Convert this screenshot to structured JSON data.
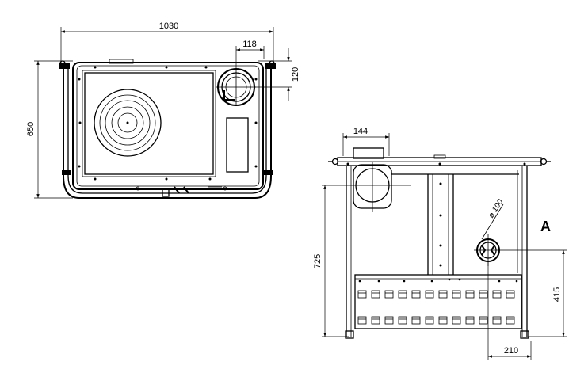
{
  "top_view": {
    "dim_width": "1030",
    "dim_depth": "650",
    "dim_flue_offset_x": "118",
    "dim_flue_offset_y": "120"
  },
  "front_view": {
    "dim_flue_width": "144",
    "dim_height": "725",
    "dim_outlet_diameter": "ø 100",
    "dim_outlet_height": "415",
    "dim_outlet_offset": "210",
    "outlet_label": "A"
  }
}
